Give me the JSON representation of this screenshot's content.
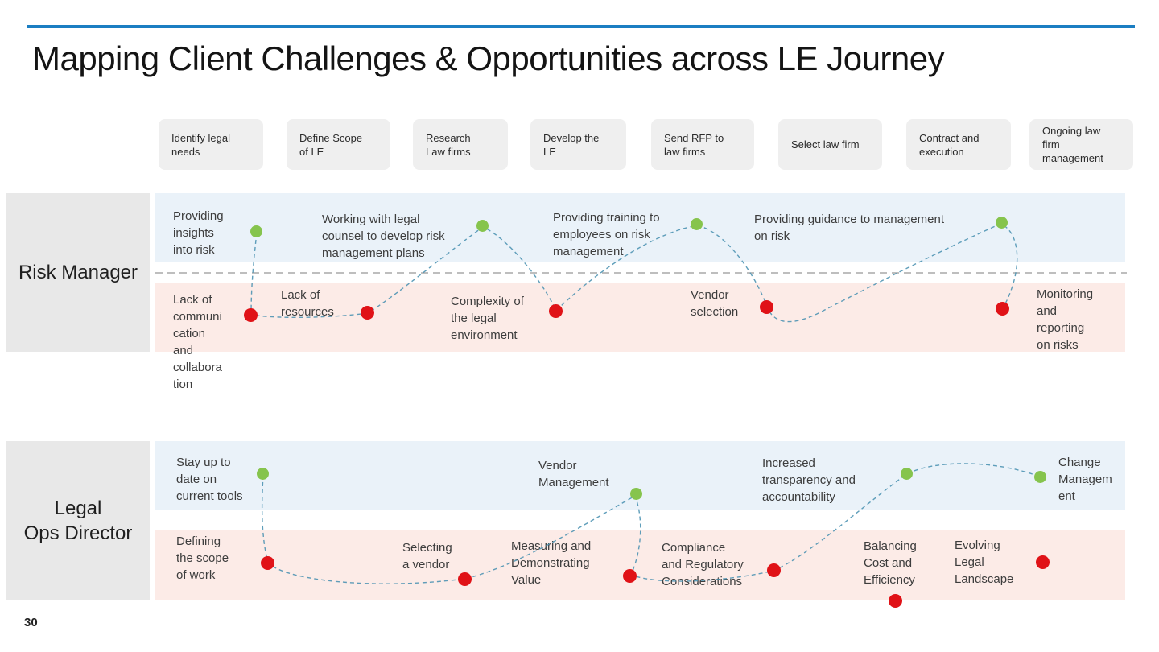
{
  "title": "Mapping Client Challenges & Opportunities across LE Journey",
  "page_number": "30",
  "stages": [
    {
      "label": "Identify legal\nneeds"
    },
    {
      "label": "Define Scope\nof LE"
    },
    {
      "label": "Research\nLaw firms"
    },
    {
      "label": "Develop the\nLE"
    },
    {
      "label": "Send RFP to\nlaw firms"
    },
    {
      "label": "Select law firm"
    },
    {
      "label": "Contract and\nexecution"
    },
    {
      "label": "Ongoing law\nfirm\nmanagement"
    }
  ],
  "lanes": [
    {
      "label": "Risk Manager",
      "opportunities": [
        {
          "text": "Providing\ninsights\ninto risk"
        },
        {
          "text": "Working with legal\ncounsel to develop risk\nmanagement plans"
        },
        {
          "text": "Providing training to\nemployees on risk\nmanagement"
        },
        {
          "text": "Providing guidance to management\non risk"
        }
      ],
      "challenges": [
        {
          "text": "Lack of\ncommuni\ncation\nand\ncollabora\ntion"
        },
        {
          "text": "Lack of\nresources"
        },
        {
          "text": "Complexity of\nthe legal\nenvironment"
        },
        {
          "text": "Vendor\nselection"
        },
        {
          "text": "Monitoring\nand\nreporting\non risks"
        }
      ]
    },
    {
      "label": "Legal\nOps Director",
      "opportunities": [
        {
          "text": "Stay up to\ndate on\ncurrent tools"
        },
        {
          "text": "Vendor\nManagement"
        },
        {
          "text": "Increased\ntransparency and\naccountability"
        },
        {
          "text": "Change\nManagem\nent"
        }
      ],
      "challenges": [
        {
          "text": "Defining\nthe scope\nof work"
        },
        {
          "text": "Selecting\na vendor"
        },
        {
          "text": "Measuring and\nDemonstrating\nValue"
        },
        {
          "text": "Compliance\nand Regulatory\nConsiderations"
        },
        {
          "text": "Balancing\nCost and\nEfficiency"
        },
        {
          "text": "Evolving\nLegal\nLandscape"
        }
      ]
    }
  ],
  "colors": {
    "accent_rule": "#1b7ec2",
    "opportunity_band": "#eaf2f9",
    "challenge_band": "#fcebe7",
    "opportunity_dot": "#86c44d",
    "challenge_dot": "#e01217",
    "connector_line": "#4e93b3",
    "divider_line": "#a8a8a8",
    "stage_box_bg": "#efefef",
    "lane_label_bg": "#e8e8e8"
  }
}
